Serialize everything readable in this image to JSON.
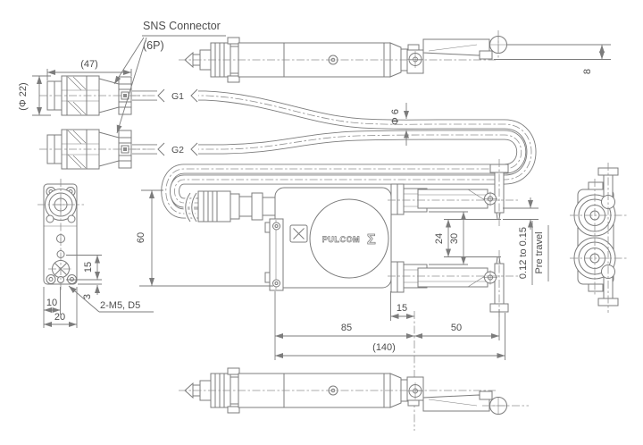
{
  "colors": {
    "background": "#fbfbfa",
    "line": "#7c7c7c",
    "centerline": "#909090",
    "text": "#4e4e4e",
    "fill": "#ffffff",
    "shade": "#8a8a8a"
  },
  "labels": {
    "sns_line1": "SNS Connector",
    "sns_line2": "(6P)",
    "g1": "G1",
    "g2": "G2",
    "brand": "PULCOM",
    "brand_sigma": "Σ",
    "tap_note": "2-M5, D5",
    "pretravel_range": "0.12 to 0.15",
    "pretravel_name": "Pre travel"
  },
  "dims": {
    "conn_len": "(47)",
    "conn_dia": "(Φ 22)",
    "cable_dia": "Φ 6",
    "tip_height": "8",
    "height": "60",
    "span_inner": "24",
    "span_outer": "30",
    "side_hole": "15",
    "side_edge": "3",
    "side_half": "10",
    "side_width": "20",
    "len_left": "85",
    "len_pivot": "15",
    "len_right": "50",
    "len_total": "(140)"
  }
}
